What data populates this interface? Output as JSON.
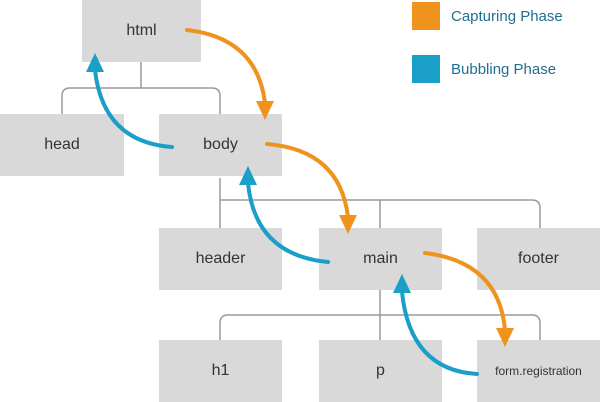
{
  "nodes": {
    "html": "html",
    "head": "head",
    "body": "body",
    "header": "header",
    "main": "main",
    "footer": "footer",
    "h1": "h1",
    "p": "p",
    "form": "form.registration"
  },
  "legend": {
    "capturing": {
      "label": "Capturing Phase",
      "color": "#f0931e"
    },
    "bubbling": {
      "label": "Bubbling Phase",
      "color": "#1aa0c8"
    }
  },
  "colors": {
    "node_fill": "#d9d9da",
    "connector": "#9a9a9a"
  }
}
